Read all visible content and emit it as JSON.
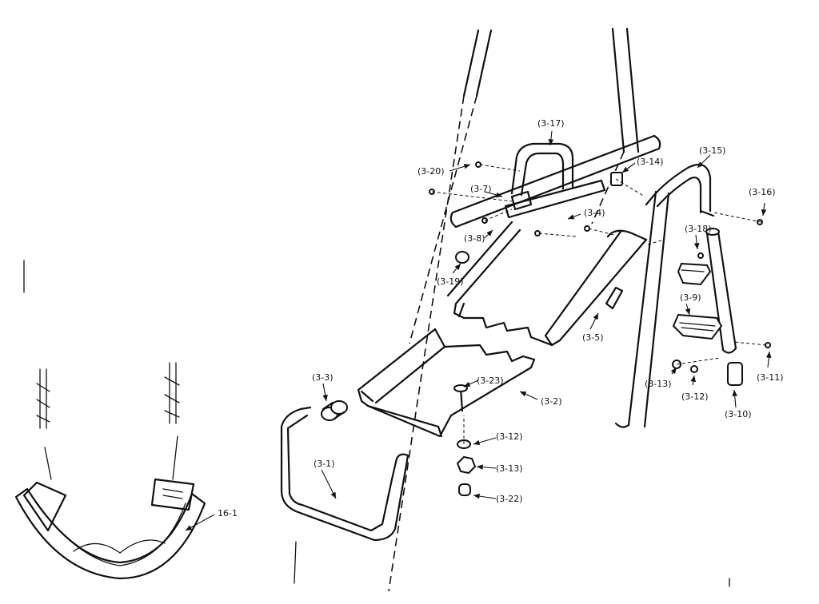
{
  "labels": {
    "l_3_1": "(3-1)",
    "l_3_2": "(3-2)",
    "l_3_3": "(3-3)",
    "l_3_4": "(3-4)",
    "l_3_5": "(3-5)",
    "l_3_7": "(3-7)",
    "l_3_8": "(3-8)",
    "l_3_9": "(3-9)",
    "l_3_10": "(3-10)",
    "l_3_11": "(3-11)",
    "l_3_12a": "(3-12)",
    "l_3_12b": "(3-12)",
    "l_3_13a": "(3-13)",
    "l_3_13b": "(3-13)",
    "l_3_14": "(3-14)",
    "l_3_15": "(3-15)",
    "l_3_16": "(3-16)",
    "l_3_17": "(3-17)",
    "l_3_18": "(3-18)",
    "l_3_19": "(3-19)",
    "l_3_20": "(3-20)",
    "l_3_22": "(3-22)",
    "l_3_23": "(3-23)",
    "l_16_1": "16-1"
  }
}
